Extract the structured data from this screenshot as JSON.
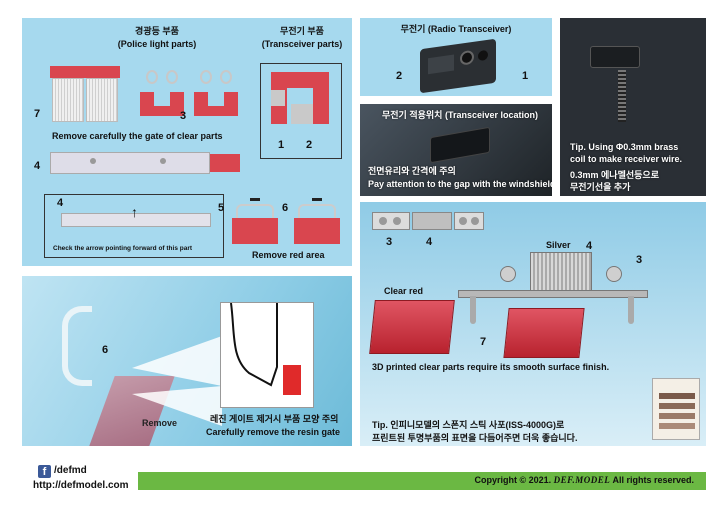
{
  "panels": {
    "light_parts": {
      "title_ko": "경광등 부품",
      "title_en": "(Police light parts)",
      "transceiver_ko": "무전기 부품",
      "transceiver_en": "(Transceiver parts)",
      "gate_note": "Remove carefully the gate of clear parts",
      "arrow_note": "Check the arrow pointing forward of this part",
      "red_note": "Remove red area",
      "nums": {
        "n7": "7",
        "n3": "3",
        "n4": "4",
        "n4b": "4",
        "n5": "5",
        "n6": "6",
        "n1": "1",
        "n2": "2"
      }
    },
    "radio": {
      "title": "무전기 (Radio Transceiver)",
      "n2": "2",
      "n1": "1"
    },
    "coil": {
      "tip_line1": "Tip. Using Φ0.3mm brass",
      "tip_line2": "coil to make receiver wire.",
      "ko_line1": "0.3mm  에나멜선등으로",
      "ko_line2": "무전기선을 추가"
    },
    "location": {
      "title": "무전기 적용위치 (Transceiver location)",
      "ko": "전면유리와 간격에 주의",
      "en": "Pay attention to the gap with the windshield"
    },
    "gate": {
      "n6": "6",
      "remove": "Remove",
      "ko": "레진 게이트 제거시 부품 모양 주의",
      "en": "Carefully remove the resin gate"
    },
    "assembly": {
      "n3": "3",
      "n4": "4",
      "silver": "Silver",
      "n4b": "4",
      "n3b": "3",
      "clear_red": "Clear red",
      "n7": "7",
      "printed": "3D printed clear parts require its smooth surface finish.",
      "tip_line1": "Tip. 인피니모델의 스폰지 스틱 사포(ISS-4000G)로",
      "tip_line2": "프린트된 투명부품의 표면을 다듬어주면 더욱 좋습니다."
    }
  },
  "footer": {
    "fb_handle": "/defmd",
    "url": "http://defmodel.com",
    "copyright": "Copyright",
    "copy_symbol": "©",
    "year": "2021.",
    "brand": "DEF.MODEL",
    "rights": "All rights reserved."
  },
  "colors": {
    "panel_blue": "#a9dbef",
    "accent_red": "#d9464f",
    "footer_green": "#6bb843",
    "fb_blue": "#3b5998"
  }
}
